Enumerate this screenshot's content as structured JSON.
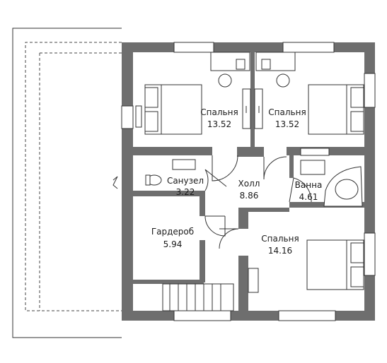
{
  "rooms": [
    {
      "id": "bedroom-left",
      "name": "Спальня",
      "area": "13.52"
    },
    {
      "id": "bedroom-right",
      "name": "Спальня",
      "area": "13.52"
    },
    {
      "id": "bathroom-wc",
      "name": "Санузел",
      "area": "3.22"
    },
    {
      "id": "hall",
      "name": "Холл",
      "area": "8.86"
    },
    {
      "id": "bath",
      "name": "Ванна",
      "area": "4.61"
    },
    {
      "id": "wardrobe",
      "name": "Гардероб",
      "area": "5.94"
    },
    {
      "id": "bedroom-bottom",
      "name": "Спальня",
      "area": "14.16"
    }
  ],
  "colors": {
    "wall": "#6e6e6e",
    "line": "#333333",
    "background": "#ffffff"
  }
}
